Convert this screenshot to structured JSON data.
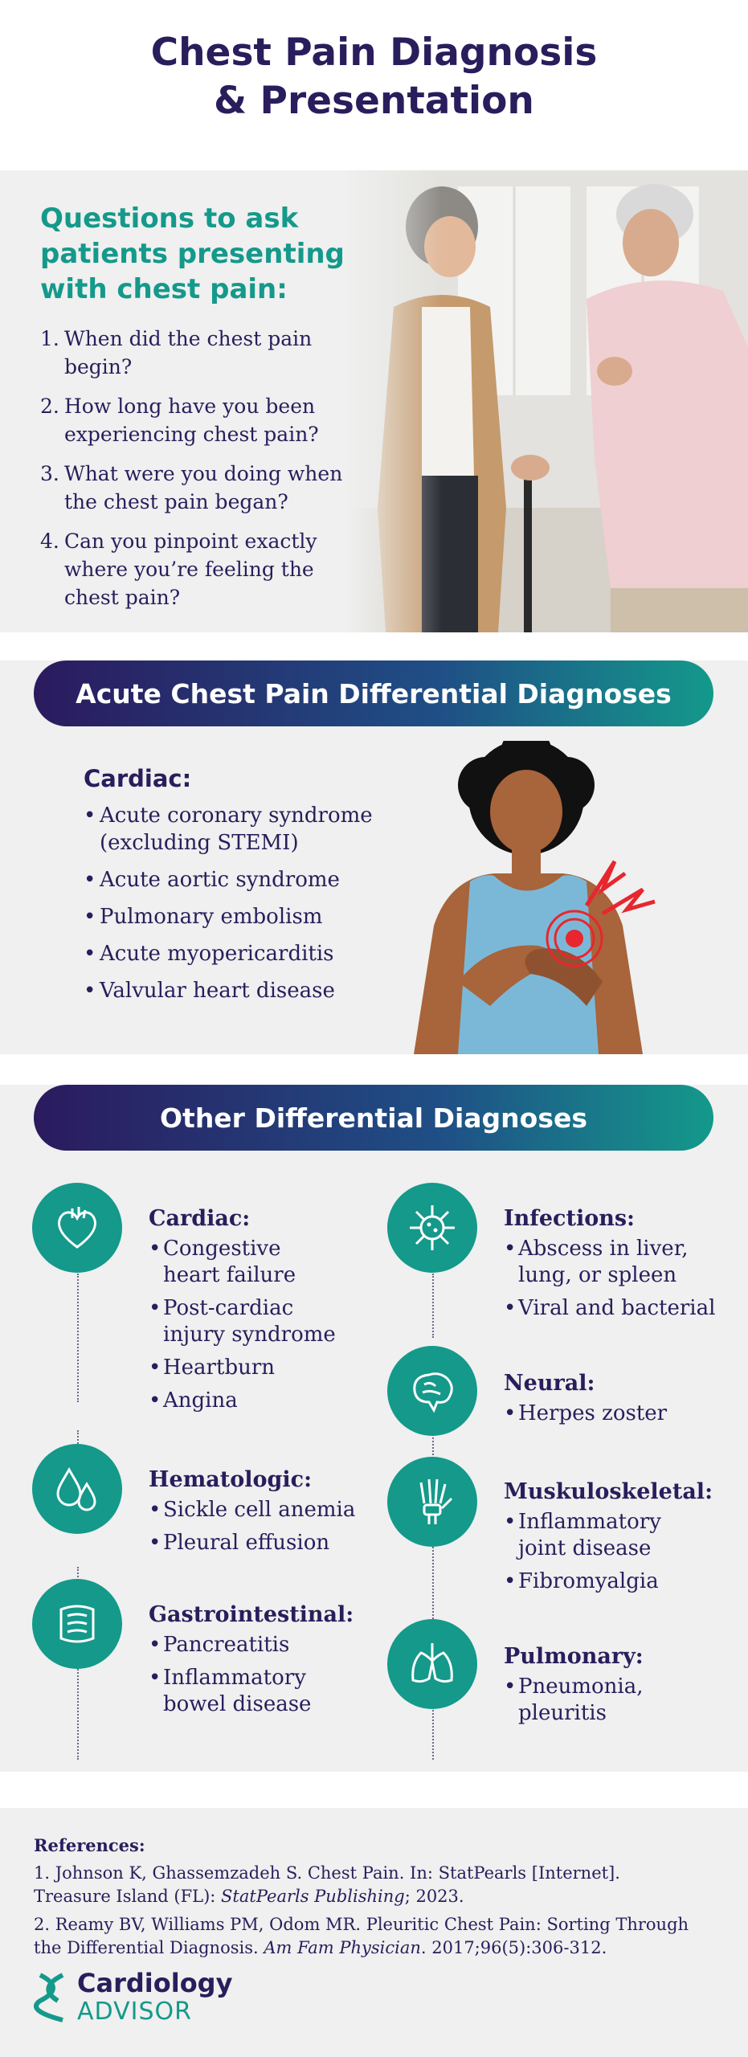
{
  "title": {
    "line1": "Chest Pain Diagnosis",
    "line2": "& Presentation"
  },
  "questions": {
    "heading_line1": "Questions to ask",
    "heading_line2": "patients presenting",
    "heading_line3": "with chest pain:",
    "items": [
      {
        "num": "1.",
        "line1": "When did the chest pain",
        "line2": "begin?"
      },
      {
        "num": "2.",
        "line1": "How long have you been",
        "line2": "experiencing chest pain?"
      },
      {
        "num": "3.",
        "line1": "What were you doing when",
        "line2": "the chest pain began?"
      },
      {
        "num": "4.",
        "line1": "Can you pinpoint exactly",
        "line2": "where you’re feeling the",
        "line3": "chest pain?"
      }
    ]
  },
  "acute": {
    "banner": "Acute Chest Pain Differential Diagnoses",
    "heading": "Cardiac:",
    "items": [
      {
        "line1": "Acute coronary syndrome",
        "line2": "(excluding STEMI)"
      },
      {
        "line1": "Acute aortic syndrome"
      },
      {
        "line1": "Pulmonary embolism"
      },
      {
        "line1": "Acute myopericarditis"
      },
      {
        "line1": "Valvular heart disease"
      }
    ]
  },
  "other": {
    "banner": "Other Differential Diagnoses",
    "cardiac": {
      "heading": "Cardiac:",
      "icon": "heart-anatomy-icon",
      "items": [
        {
          "line1": "Congestive",
          "line2": "heart failure"
        },
        {
          "line1": "Post-cardiac",
          "line2": "injury syndrome"
        },
        {
          "line1": "Heartburn"
        },
        {
          "line1": "Angina"
        }
      ]
    },
    "hematologic": {
      "heading": "Hematologic:",
      "icon": "blood-drops-icon",
      "items": [
        {
          "line1": "Sickle cell anemia"
        },
        {
          "line1": "Pleural effusion"
        }
      ]
    },
    "gastro": {
      "heading": "Gastrointestinal:",
      "icon": "intestine-icon",
      "items": [
        {
          "line1": "Pancreatitis"
        },
        {
          "line1": "Inflammatory",
          "line2": "bowel disease"
        }
      ]
    },
    "infections": {
      "heading": "Infections:",
      "icon": "virus-icon",
      "items": [
        {
          "line1": "Abscess in liver,",
          "line2": "lung, or spleen"
        },
        {
          "line1": "Viral and bacterial"
        }
      ]
    },
    "neural": {
      "heading": "Neural:",
      "icon": "brain-icon",
      "items": [
        {
          "line1": "Herpes zoster"
        }
      ]
    },
    "musculo": {
      "heading": "Muskuloskeletal:",
      "icon": "hand-bones-icon",
      "items": [
        {
          "line1": "Inflammatory",
          "line2": "joint disease"
        },
        {
          "line1": "Fibromyalgia"
        }
      ]
    },
    "pulmonary": {
      "heading": "Pulmonary:",
      "icon": "lungs-icon",
      "items": [
        {
          "line1": "Pneumonia,",
          "line2": "pleuritis"
        }
      ]
    }
  },
  "references": {
    "heading": "References:",
    "ref1_a": "1. Johnson K, Ghassemzadeh S. Chest Pain. In: StatPearls [Internet].",
    "ref1_b": "Treasure Island (FL): ",
    "ref1_c": "StatPearls Publishing",
    "ref1_d": "; 2023.",
    "ref2_a": "2. Reamy BV, Williams PM, Odom MR. Pleuritic Chest Pain: Sorting Through",
    "ref2_b": "the Differential Diagnosis. ",
    "ref2_c": "Am Fam Physician",
    "ref2_d": ". 2017;96(5):306-312."
  },
  "logo": {
    "line1": "Cardiology",
    "line2": "ADVISOR"
  },
  "colors": {
    "navy": "#2a1d5c",
    "teal": "#14998b",
    "background": "#eff0ef"
  }
}
